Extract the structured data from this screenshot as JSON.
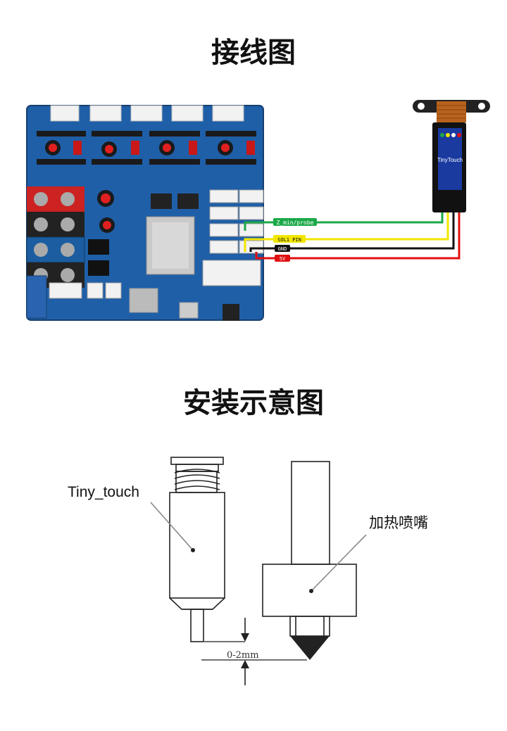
{
  "sections": {
    "wiring_title": "接线图",
    "install_title": "安装示意图"
  },
  "wiring": {
    "wire_labels": {
      "zmin": "Z_min/probe",
      "sol": "SOL1 PIN",
      "gnd": "GND",
      "v5": "5V"
    },
    "probe_body_text": "TinyTouch",
    "wire_colors": {
      "green": "#1aa848",
      "yellow": "#f2e600",
      "black": "#111111",
      "red": "#e01010"
    },
    "board_color": "#1f5fa8"
  },
  "install": {
    "probe_label": "Tiny_touch",
    "nozzle_label": "加热喷嘴",
    "gap_label": "0-2mm"
  }
}
